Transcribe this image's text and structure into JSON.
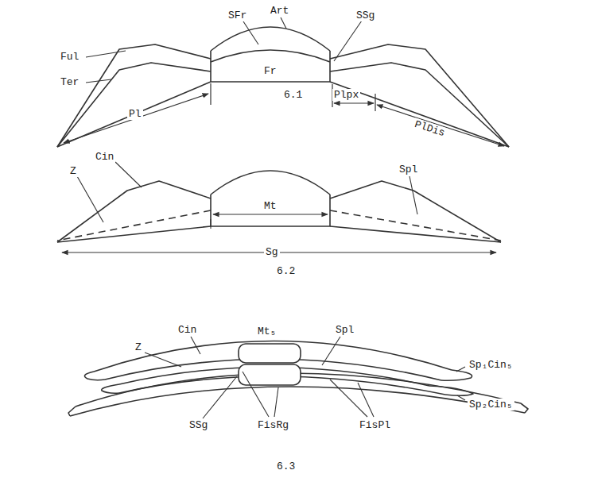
{
  "diagram": {
    "labels": [
      "SFr",
      "Art",
      "SSg",
      "Ful",
      "Fr",
      "Ter",
      "6.1",
      "Pl",
      "Plpx",
      "PlDis",
      "Z",
      "Cin",
      "Spl",
      "Mt",
      "Sg",
      "6.2",
      "Z",
      "Cin",
      "Mt₅",
      "Spl",
      "Sp₁Cin₅",
      "Sp₂Cin₅",
      "SSg",
      "FisRg",
      "FisPl",
      "6.3"
    ]
  }
}
